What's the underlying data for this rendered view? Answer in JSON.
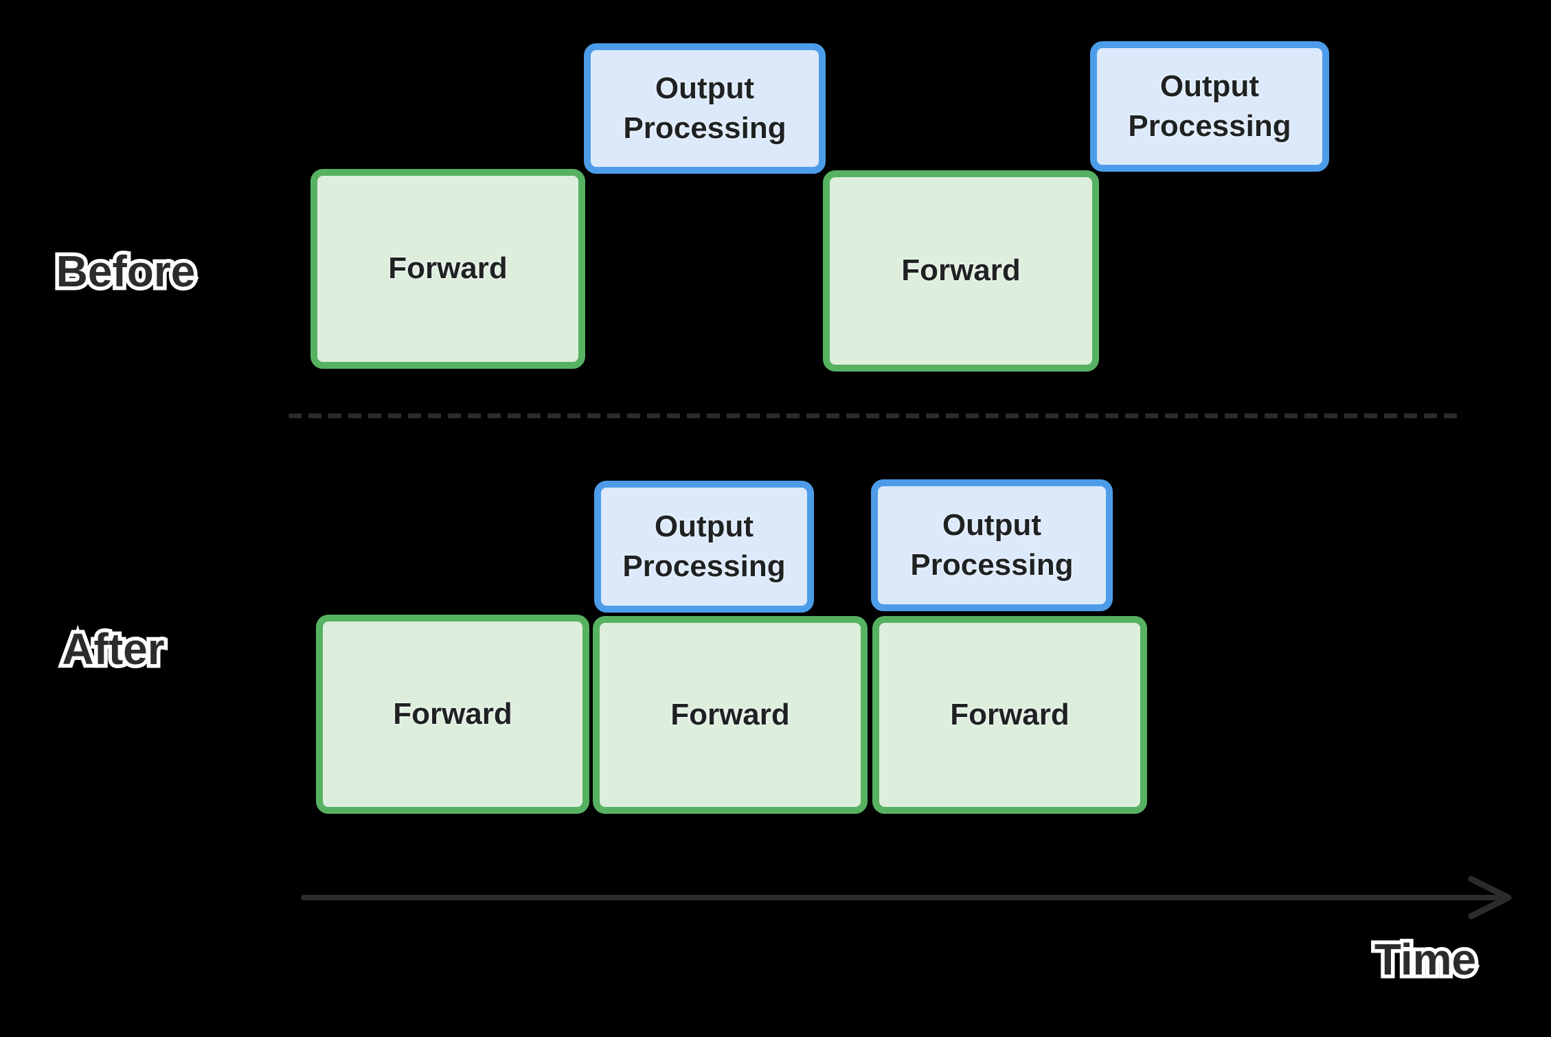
{
  "rows": {
    "before": {
      "label": "Before",
      "forward_boxes": [
        "Forward",
        "Forward"
      ],
      "output_boxes": [
        "Output Processing",
        "Output Processing"
      ]
    },
    "after": {
      "label": "After",
      "forward_boxes": [
        "Forward",
        "Forward",
        "Forward"
      ],
      "output_boxes": [
        "Output Processing",
        "Output Processing"
      ]
    }
  },
  "axis": {
    "label": "Time",
    "direction": "right"
  },
  "colors": {
    "background": "#000000",
    "forward_border": "#56b161",
    "forward_fill": "#ddeedd",
    "output_border": "#4d9ce9",
    "output_fill": "#dbe9fb",
    "box_text": "#1f2223",
    "annotation_gray": "#2b2b2b",
    "label_fill": "#2a2d2b",
    "label_outline": "#ffffff"
  }
}
